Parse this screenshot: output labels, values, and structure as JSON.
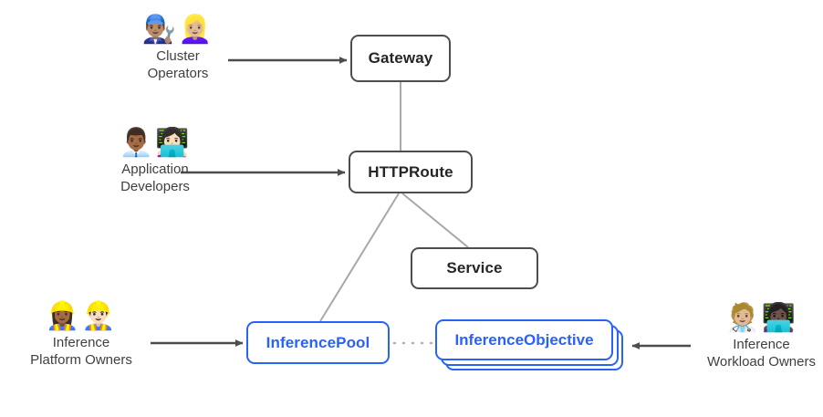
{
  "diagram": {
    "title": "Gateway API Inference Extension resource and persona diagram",
    "colors": {
      "gray_border": "#4d4d4d",
      "gray_text": "#262626",
      "blue": "#2962f6",
      "edge_gray": "#a8a8a8",
      "arrow_gray": "#4d4d4d",
      "caption_gray": "#3f3f3f",
      "background": "#ffffff"
    }
  },
  "nodes": [
    {
      "id": "gateway",
      "label": "Gateway"
    },
    {
      "id": "httproute",
      "label": "HTTPRoute"
    },
    {
      "id": "service",
      "label": "Service"
    },
    {
      "id": "inferencepool",
      "label": "InferencePool"
    },
    {
      "id": "inferenceobjective",
      "label": "InferenceObjective"
    }
  ],
  "actors": [
    {
      "id": "cluster-operators",
      "emoji": "👨🏽‍🔧👱🏼‍♀️",
      "emoji_name": "mechanic-people-emoji",
      "caption": "Cluster\nOperators"
    },
    {
      "id": "application-developers",
      "emoji": "👨🏾‍💼👩🏻‍💻",
      "emoji_name": "office-worker-technologist-emoji",
      "caption": "Application\nDevelopers"
    },
    {
      "id": "inference-platform-owners",
      "emoji": "👷🏾‍♀️👷🏻‍♂️",
      "emoji_name": "construction-worker-people-emoji",
      "caption": "Inference\nPlatform Owners"
    },
    {
      "id": "inference-workload-owners",
      "emoji": "🧑🏼‍⚕️👩🏿‍💻",
      "emoji_name": "health-worker-technologist-emoji",
      "caption": "Inference\nWorkload Owners"
    }
  ],
  "edges": [
    {
      "id": "cluster-operators-to-gateway",
      "style": "arrow",
      "from": "cluster-operators",
      "to": "gateway"
    },
    {
      "id": "application-developers-to-httproute",
      "style": "arrow",
      "from": "application-developers",
      "to": "httproute"
    },
    {
      "id": "platform-owners-to-inferencepool",
      "style": "arrow",
      "from": "inference-platform-owners",
      "to": "inferencepool"
    },
    {
      "id": "workload-owners-to-inferenceobjective",
      "style": "arrow",
      "from": "inference-workload-owners",
      "to": "inferenceobjective"
    },
    {
      "id": "gateway-to-httproute",
      "style": "line",
      "from": "gateway",
      "to": "httproute"
    },
    {
      "id": "httproute-to-inferencepool",
      "style": "line",
      "from": "httproute",
      "to": "inferencepool"
    },
    {
      "id": "httproute-to-service",
      "style": "line",
      "from": "httproute",
      "to": "service"
    },
    {
      "id": "inferencepool-to-inferenceobjective",
      "style": "dotted",
      "from": "inferencepool",
      "to": "inferenceobjective"
    }
  ]
}
